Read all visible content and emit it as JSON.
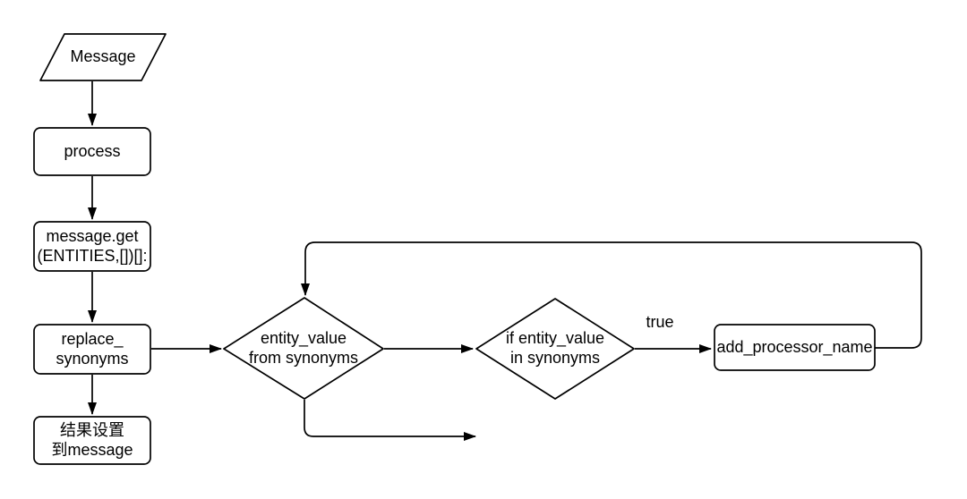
{
  "diagram": {
    "background_color": "#ffffff",
    "node_fill_color": "#ffffff",
    "stroke_color": "#000000",
    "nodes": {
      "message": {
        "type": "parallelogram",
        "label": "Message"
      },
      "process": {
        "type": "rounded-rectangle",
        "label": "process"
      },
      "message_get": {
        "type": "rounded-rectangle",
        "label": "message.get\n(ENTITIES,[])[]:"
      },
      "replace_synonyms": {
        "type": "rounded-rectangle",
        "label": "replace_\nsynonyms"
      },
      "result_to_message": {
        "type": "rounded-rectangle",
        "label": "结果设置\n到message"
      },
      "entity_value_from_synonyms": {
        "type": "diamond",
        "label": "entity_value\nfrom synonyms"
      },
      "if_entity_value_in_synonyms": {
        "type": "diamond",
        "label": "if entity_value\nin synonyms"
      },
      "add_processor_name": {
        "type": "rounded-rectangle",
        "label": "add_processor_name"
      }
    },
    "edge_labels": {
      "true_branch": "true"
    }
  }
}
